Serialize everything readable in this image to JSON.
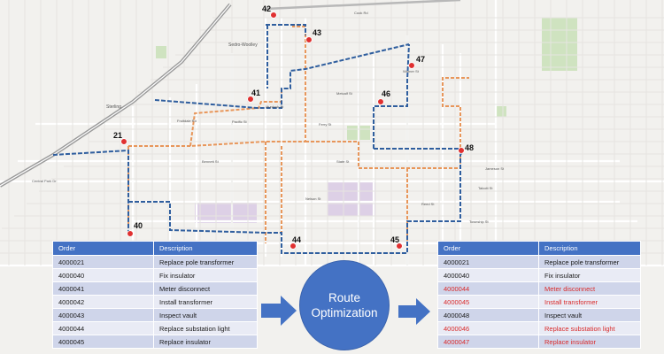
{
  "map": {
    "road_labels": [
      "Sedro-Woolley",
      "Sterling",
      "Central Park Dr",
      "Ferry St",
      "Pacific St",
      "Jameson St",
      "Bennett St",
      "State St",
      "Talcott St",
      "Nelson St",
      "Fruitdale Rd",
      "Reed St",
      "Township St",
      "Metcalf St",
      "Murdock St",
      "Warner St",
      "Cook Rd"
    ],
    "stops": [
      {
        "label": "42"
      },
      {
        "label": "43"
      },
      {
        "label": "47"
      },
      {
        "label": "41"
      },
      {
        "label": "46"
      },
      {
        "label": "21"
      },
      {
        "label": "48"
      },
      {
        "label": "40"
      },
      {
        "label": "44"
      },
      {
        "label": "45"
      }
    ],
    "colors": {
      "pin": "#e03030",
      "route_blue": "#2f5e9e",
      "route_orange": "#e8965a"
    }
  },
  "tables": {
    "headers": [
      "Order",
      "Description"
    ],
    "before": [
      {
        "order": "4000021",
        "desc": "Replace pole transformer"
      },
      {
        "order": "4000040",
        "desc": "Fix insulator"
      },
      {
        "order": "4000041",
        "desc": "Meter disconnect"
      },
      {
        "order": "4000042",
        "desc": "Install transformer"
      },
      {
        "order": "4000043",
        "desc": "Inspect vault"
      },
      {
        "order": "4000044",
        "desc": "Replace substation light"
      },
      {
        "order": "4000045",
        "desc": "Replace insulator"
      }
    ],
    "after": [
      {
        "order": "4000021",
        "desc": "Replace pole transformer",
        "changed": false
      },
      {
        "order": "4000040",
        "desc": "Fix insulator",
        "changed": false
      },
      {
        "order": "4000044",
        "desc": "Meter disconnect",
        "changed": true
      },
      {
        "order": "4000045",
        "desc": "Install transformer",
        "changed": true
      },
      {
        "order": "4000048",
        "desc": "Inspect vault",
        "changed": false
      },
      {
        "order": "4000046",
        "desc": "Replace substation light",
        "changed": true
      },
      {
        "order": "4000047",
        "desc": "Replace insulator",
        "changed": true
      }
    ]
  },
  "center": {
    "line1": "Route",
    "line2": "Optimization",
    "color": "#4472c4"
  },
  "highlight_color": "#d92b2b"
}
